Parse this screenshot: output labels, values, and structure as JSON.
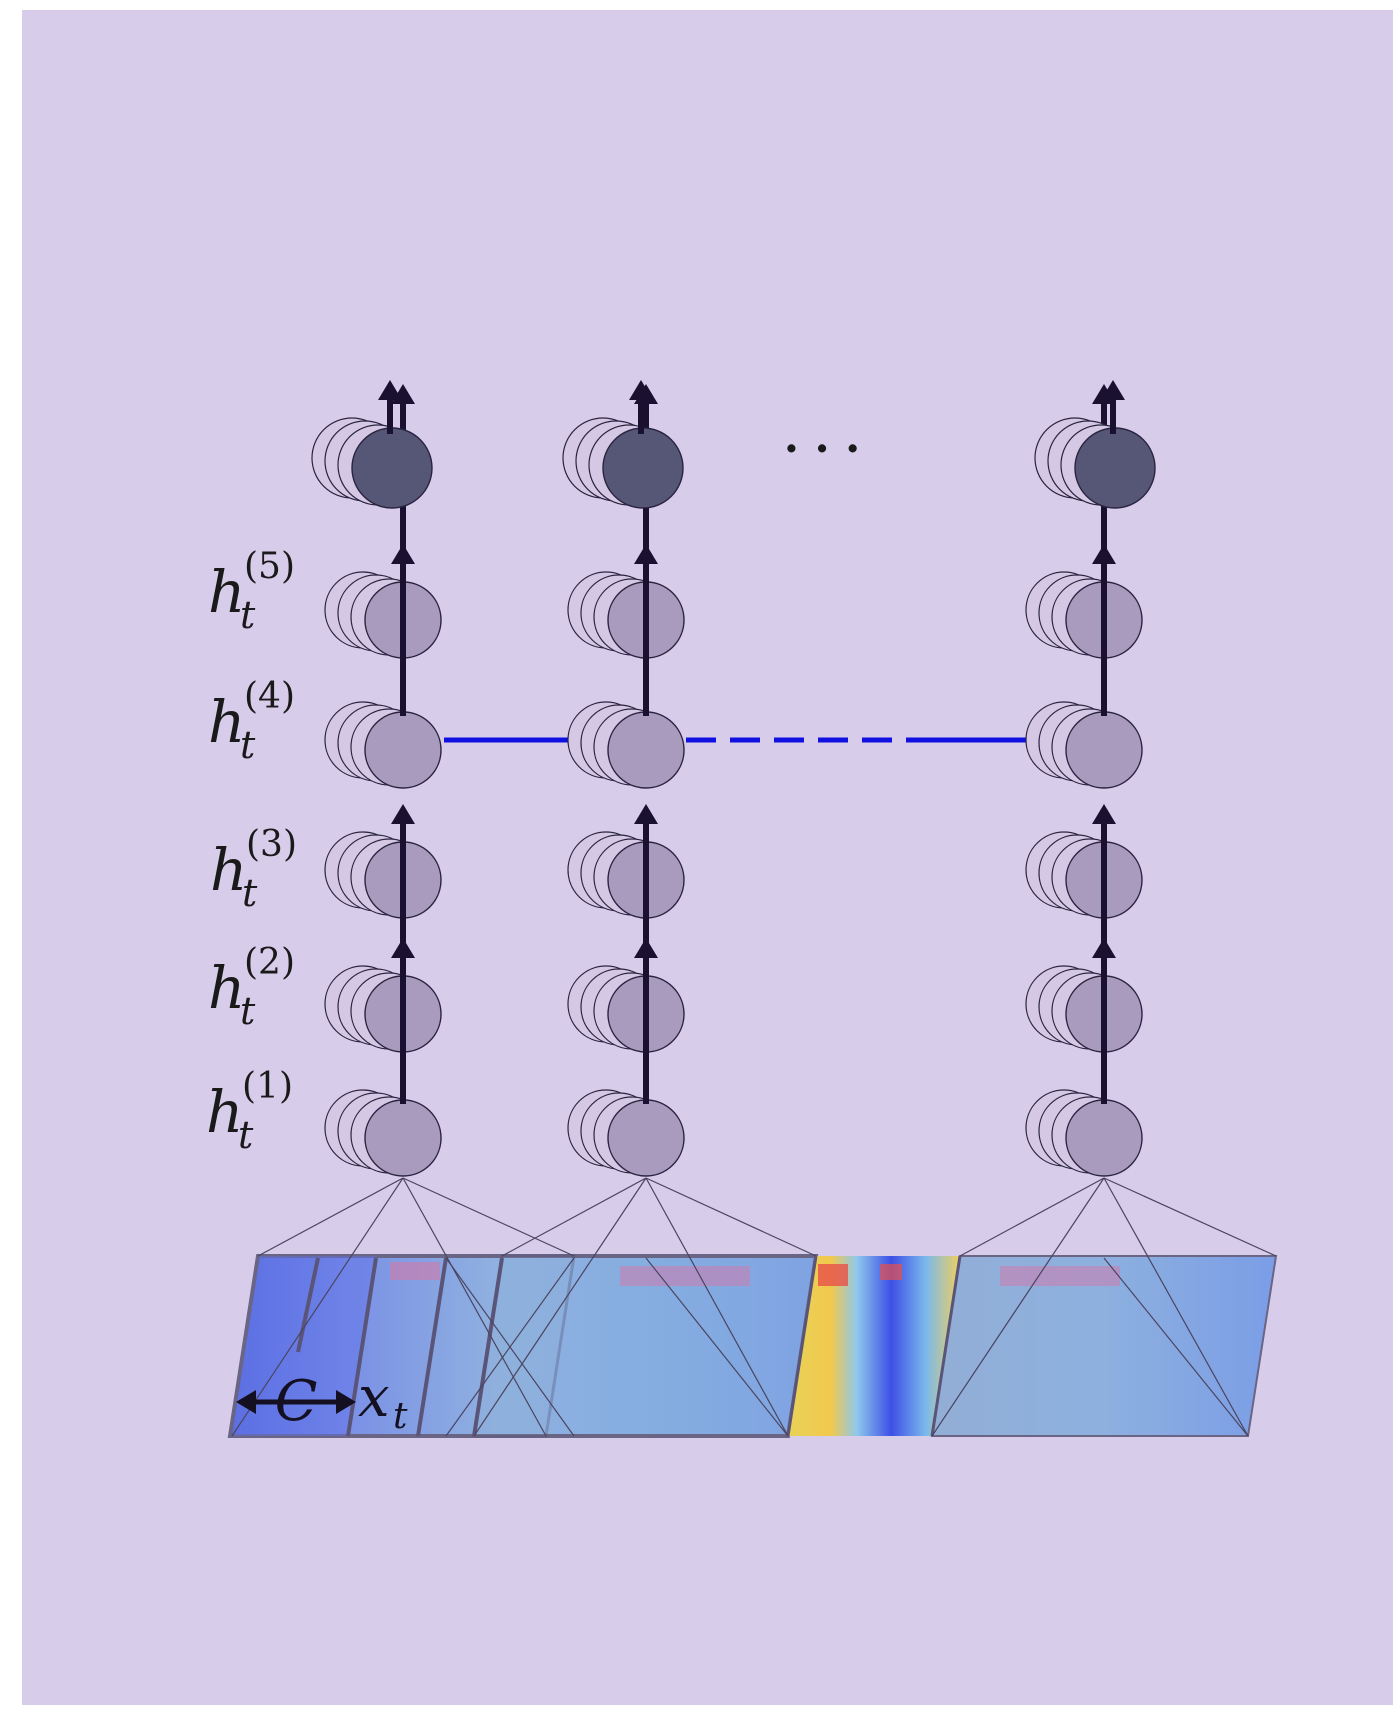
{
  "diagram": {
    "layer_labels": [
      {
        "base": "h",
        "sub": "t",
        "sup": "(5)"
      },
      {
        "base": "h",
        "sub": "t",
        "sup": "(4)"
      },
      {
        "base": "h",
        "sub": "t",
        "sup": "(3)"
      },
      {
        "base": "h",
        "sub": "t",
        "sup": "(2)"
      },
      {
        "base": "h",
        "sub": "t",
        "sup": "(1)"
      }
    ],
    "ellipsis": ". . .",
    "context_label": "C",
    "input_label": {
      "base": "x",
      "sub": "t"
    },
    "colors": {
      "background": "#d8cceb",
      "hidden_node": "#a99bbd",
      "output_node": "#565677",
      "ghost_node": "#d4c8e4",
      "recurrent_arrow": "#1010e0",
      "vertical_arrow": "#1a1030"
    },
    "icons": [
      "up-arrow-icon",
      "right-arrow-icon",
      "left-right-arrow-icon"
    ]
  }
}
